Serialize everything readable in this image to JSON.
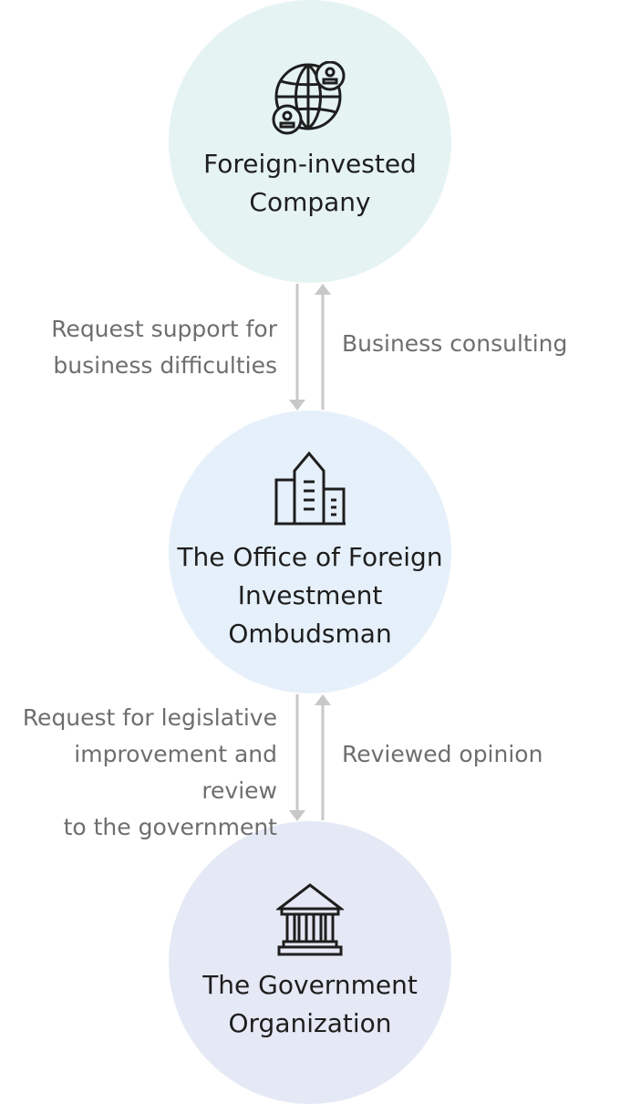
{
  "nodes": {
    "company": {
      "title": "Foreign-invested\nCompany",
      "icon": "globe-people-icon",
      "color": "#e6f3f3"
    },
    "office": {
      "title": "The Office of Foreign\nInvestment\nOmbudsman",
      "icon": "office-building-icon",
      "color": "#e6f0fa"
    },
    "government": {
      "title": "The Government\nOrganization",
      "icon": "government-building-icon",
      "color": "#e5e9f5"
    }
  },
  "edges": {
    "company_to_office": "Request support for\nbusiness difficulties",
    "office_to_company": "Business consulting",
    "office_to_government": "Request for legislative\nimprovement and review\nto the government",
    "government_to_office": "Reviewed opinion"
  },
  "colors": {
    "arrow": "#c8c8c8",
    "label": "#6e6e6e",
    "title": "#1e1e1e"
  }
}
